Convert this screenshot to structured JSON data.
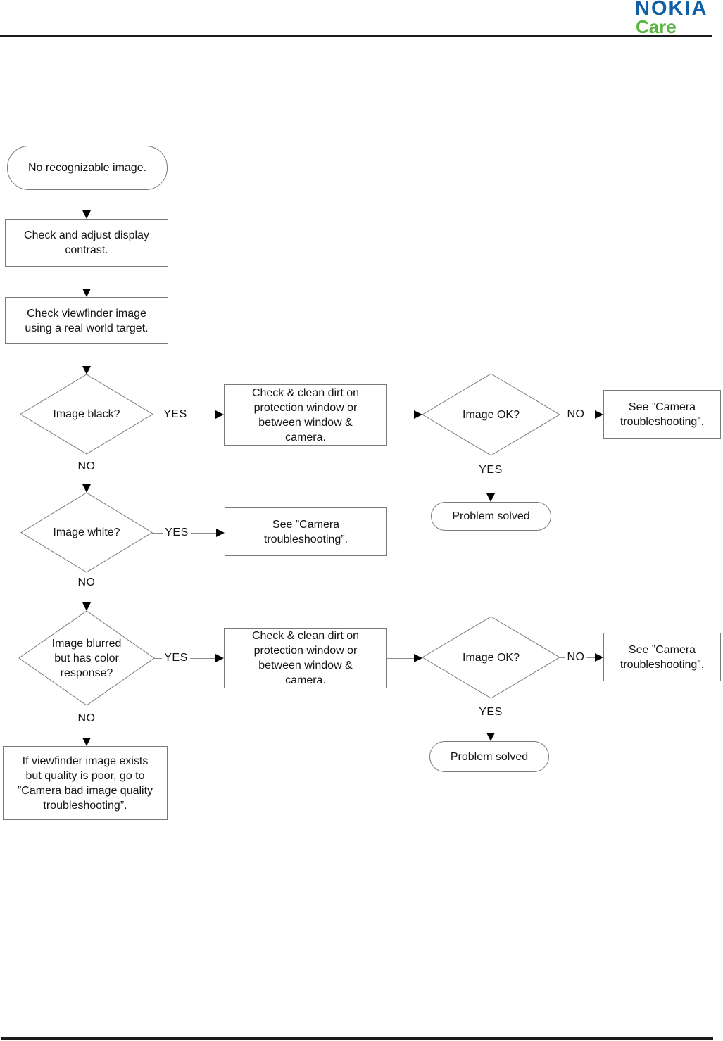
{
  "header": {
    "brand": "NOKIA",
    "sub_brand": "Care",
    "brand_color": "#1060a8",
    "sub_brand_color": "#5ab542"
  },
  "flowchart": {
    "nodes": {
      "start": {
        "label": "No recognizable image."
      },
      "check_contrast": {
        "label": "Check and adjust display contrast."
      },
      "check_viewfinder": {
        "label": "Check viewfinder image using a real world target."
      },
      "image_black": {
        "label": "Image black?"
      },
      "clean_dirt_1": {
        "label": "Check & clean dirt on protection window or between window & camera."
      },
      "image_ok_1": {
        "label": "Image OK?"
      },
      "see_camera_ts_1": {
        "label": "See ”Camera troubleshooting”."
      },
      "problem_solved_1": {
        "label": "Problem solved"
      },
      "image_white": {
        "label": "Image white?"
      },
      "see_camera_ts_2": {
        "label": "See ”Camera troubleshooting”."
      },
      "image_blurred": {
        "label": "Image blurred but has color response?"
      },
      "clean_dirt_2": {
        "label": "Check & clean dirt on protection window or between window & camera."
      },
      "image_ok_2": {
        "label": "Image OK?"
      },
      "see_camera_ts_3": {
        "label": "See ”Camera troubleshooting”."
      },
      "problem_solved_2": {
        "label": "Problem solved"
      },
      "poor_quality": {
        "label": "If viewfinder image exists but quality is poor, go to ”Camera bad image quality troubleshooting”."
      }
    },
    "edge_labels": {
      "yes": "YES",
      "no": "NO"
    }
  }
}
